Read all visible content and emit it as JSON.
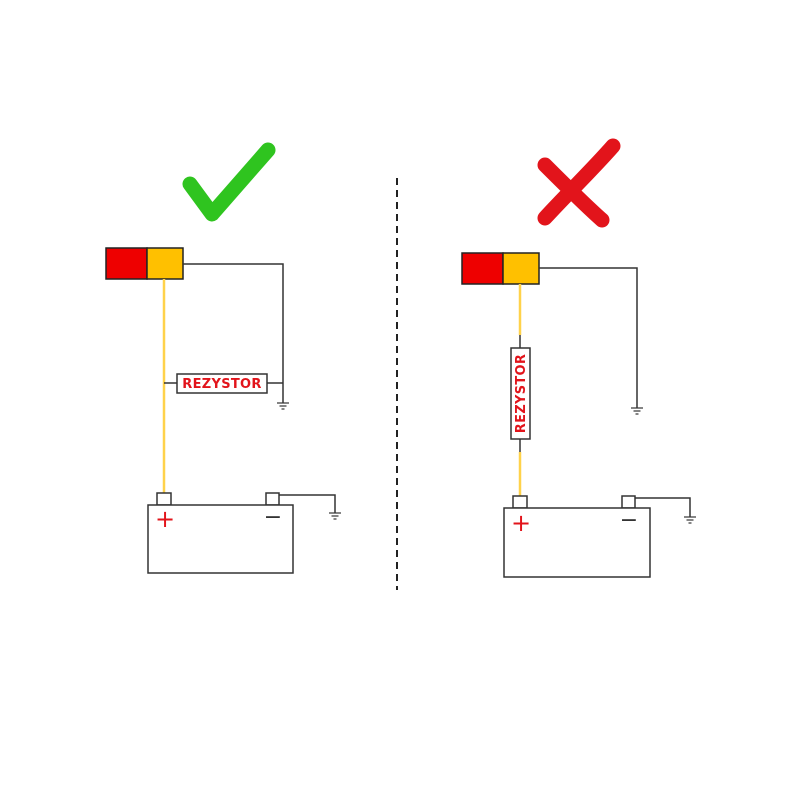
{
  "colors": {
    "correct": "#2fc41f",
    "wrong": "#e2141b",
    "lamp_red": "#ee0000",
    "lamp_amber": "#ffc000",
    "wire_signal": "#ffd24a",
    "wire_ground": "#333333",
    "label": "#e2141b"
  },
  "icons": {
    "correct": "checkmark-icon",
    "wrong": "cross-icon"
  },
  "panels": [
    {
      "id": "correct",
      "resistor_label": "REZYSTOR",
      "battery_plus": "+",
      "battery_minus": "−"
    },
    {
      "id": "wrong",
      "resistor_label": "REZYSTOR",
      "battery_plus": "+",
      "battery_minus": "−"
    }
  ]
}
